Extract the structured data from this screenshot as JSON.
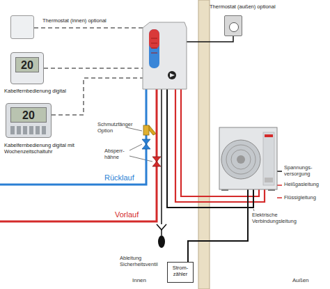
{
  "diagram": {
    "nodes": [
      {
        "text": [
          "Thermostat (innen) optional"
        ]
      },
      {
        "text": [
          "20",
          "Kabelfernbedienung digital"
        ]
      },
      {
        "text": [
          "20",
          "Kabelfernbedienung digital mit Wochenzeitschaltuhr"
        ]
      },
      {
        "text": [
          "Thermostat (außen) optional"
        ]
      },
      {
        "text": [
          "Strom- zähler"
        ]
      }
    ],
    "labels": [
      "Schmutzfänger Option",
      "Absperr- hähne",
      "Rücklauf",
      "Vorlauf",
      "Spannungs- versorgung",
      "Heißgasleitung",
      "Flüssigleitung",
      "Elektrische Verbindungsleitung",
      "Ableitung Sicherheitsventil",
      "Innen",
      "Außen"
    ]
  }
}
